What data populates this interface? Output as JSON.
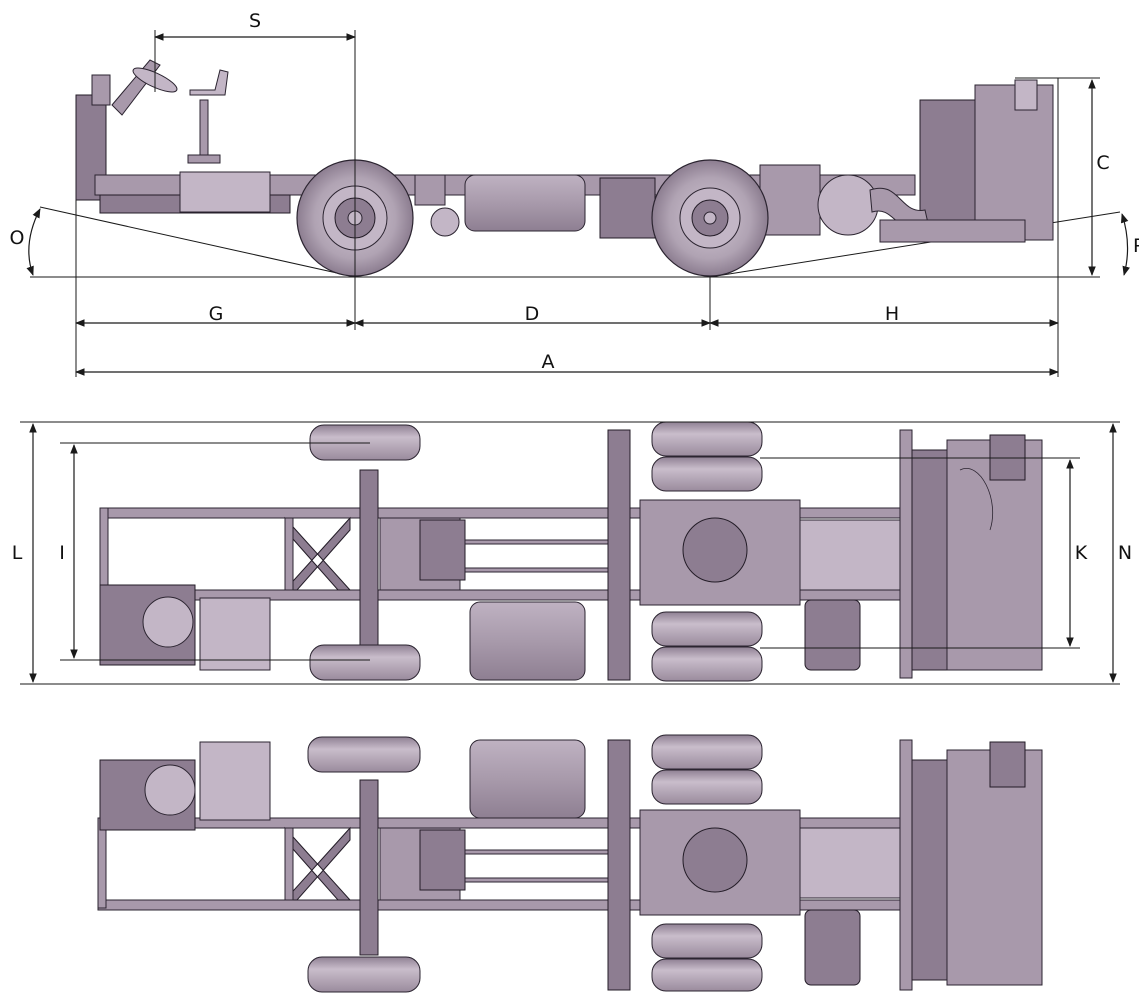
{
  "dimension_labels": {
    "A": "A",
    "C": "C",
    "D": "D",
    "G": "G",
    "H": "H",
    "I": "I",
    "K": "K",
    "L": "L",
    "N": "N",
    "O": "O",
    "P": "P",
    "S": "S"
  },
  "views": [
    "side-view",
    "top-view",
    "bottom-view"
  ]
}
